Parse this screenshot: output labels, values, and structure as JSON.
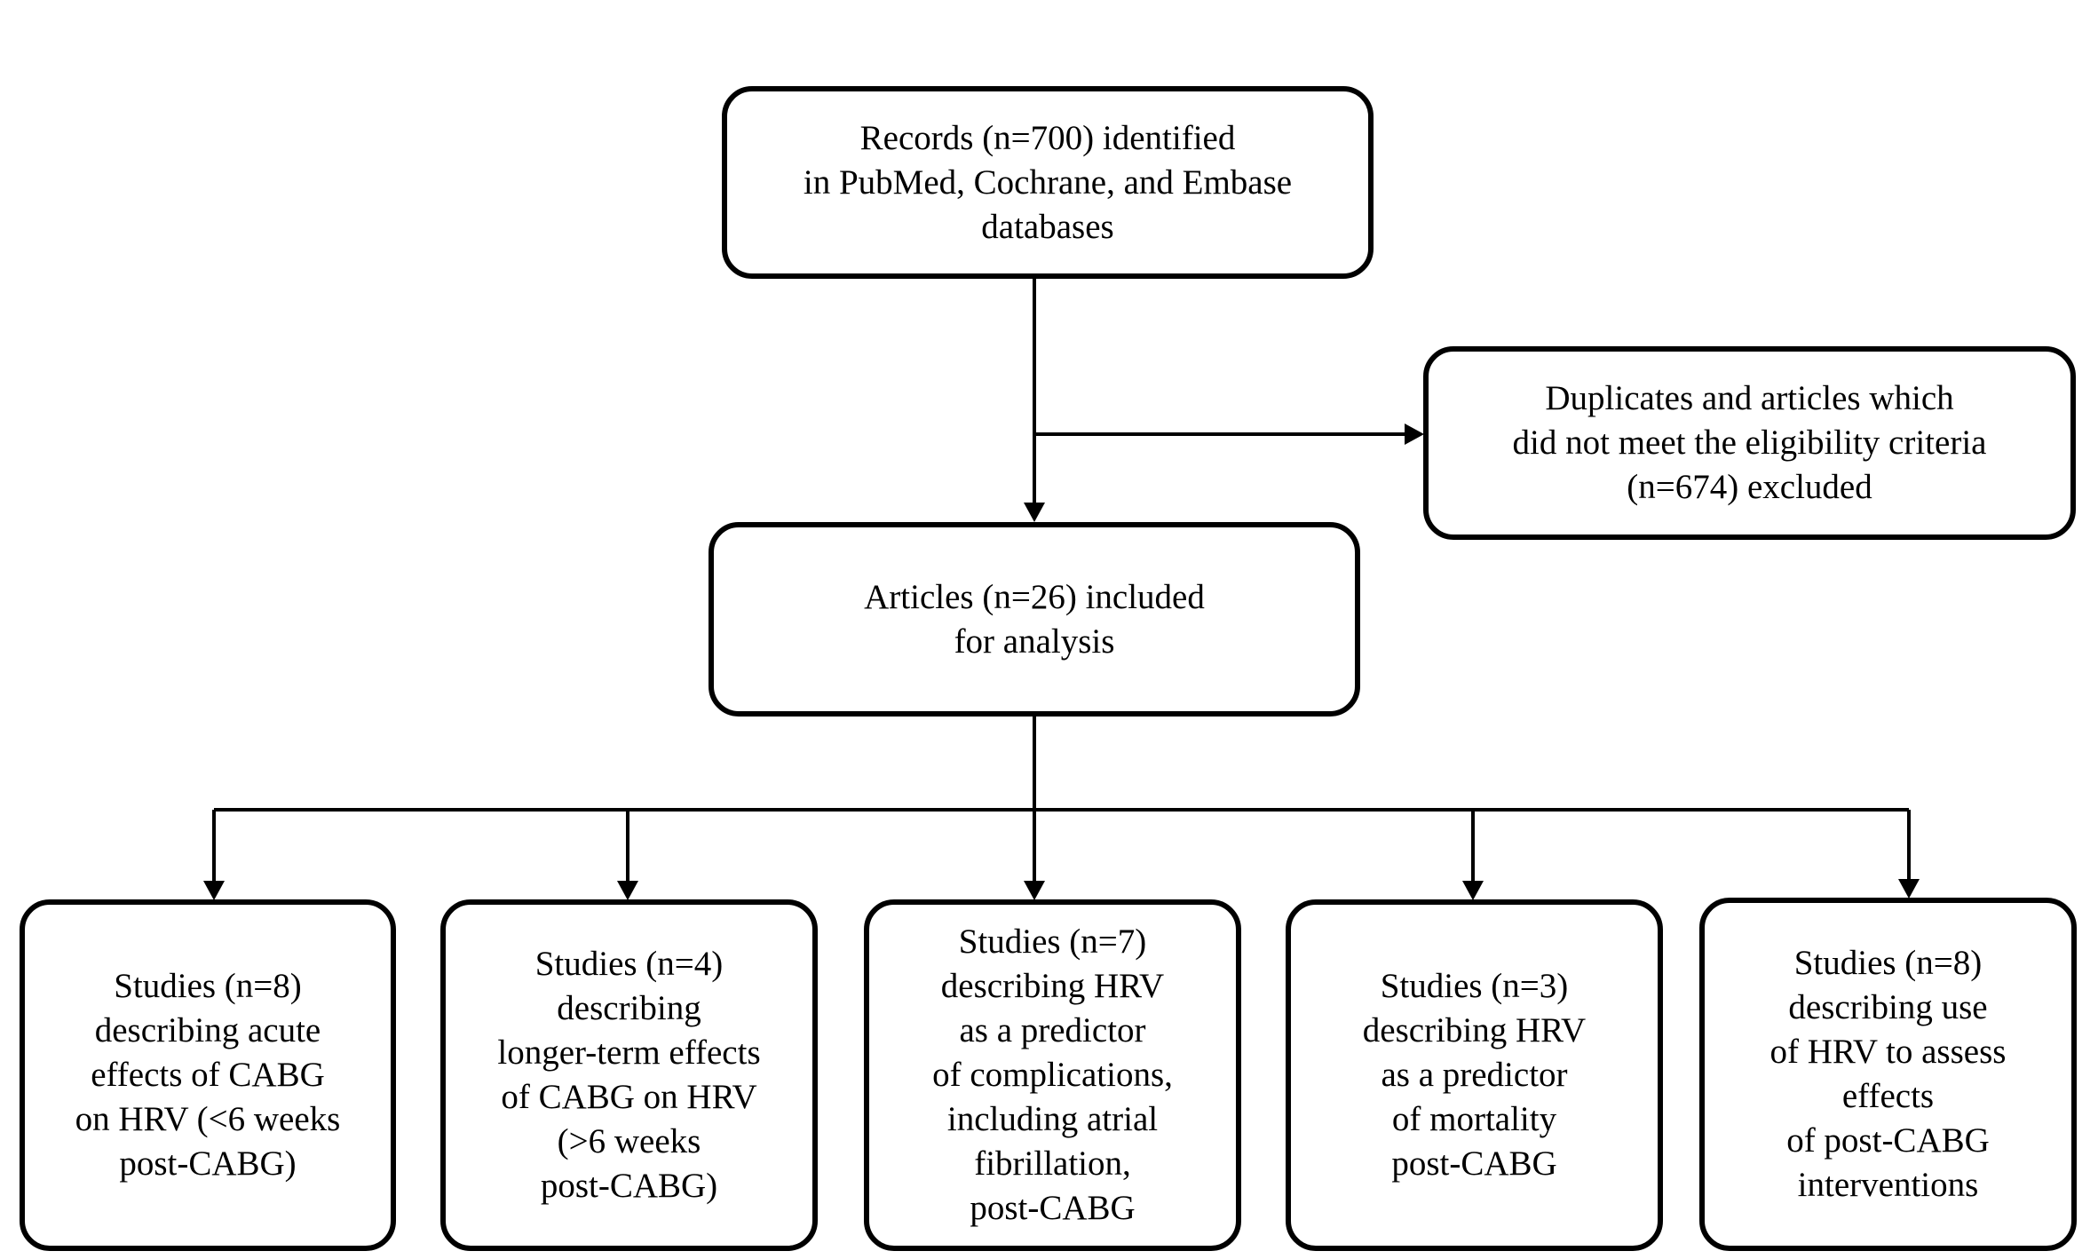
{
  "flowchart": {
    "records_box": {
      "lines": [
        "Records (n=700) identified",
        "in PubMed, Cochrane, and Embase",
        "databases"
      ]
    },
    "excluded_box": {
      "lines": [
        "Duplicates and articles which",
        "did not meet the eligibility criteria",
        "(n=674) excluded"
      ]
    },
    "included_box": {
      "lines": [
        "Articles (n=26) included",
        "for analysis"
      ]
    },
    "study_boxes": [
      {
        "lines": [
          "Studies (n=8)",
          "describing acute",
          "effects of CABG",
          "on HRV (<6 weeks",
          "post-CABG)"
        ]
      },
      {
        "lines": [
          "Studies (n=4)",
          "describing",
          "longer-term effects",
          "of CABG on HRV",
          "(>6 weeks",
          "post-CABG)"
        ]
      },
      {
        "lines": [
          "Studies (n=7)",
          "describing HRV",
          "as a predictor",
          "of complications,",
          "including atrial",
          "fibrillation,",
          "post-CABG"
        ]
      },
      {
        "lines": [
          "Studies (n=3)",
          "describing HRV",
          "as a predictor",
          "of mortality",
          "post-CABG"
        ]
      },
      {
        "lines": [
          "Studies (n=8)",
          "describing use",
          "of HRV to assess",
          "effects",
          "of post-CABG",
          "interventions"
        ]
      }
    ]
  },
  "colors": {
    "stroke": "#000000",
    "background": "#ffffff"
  }
}
